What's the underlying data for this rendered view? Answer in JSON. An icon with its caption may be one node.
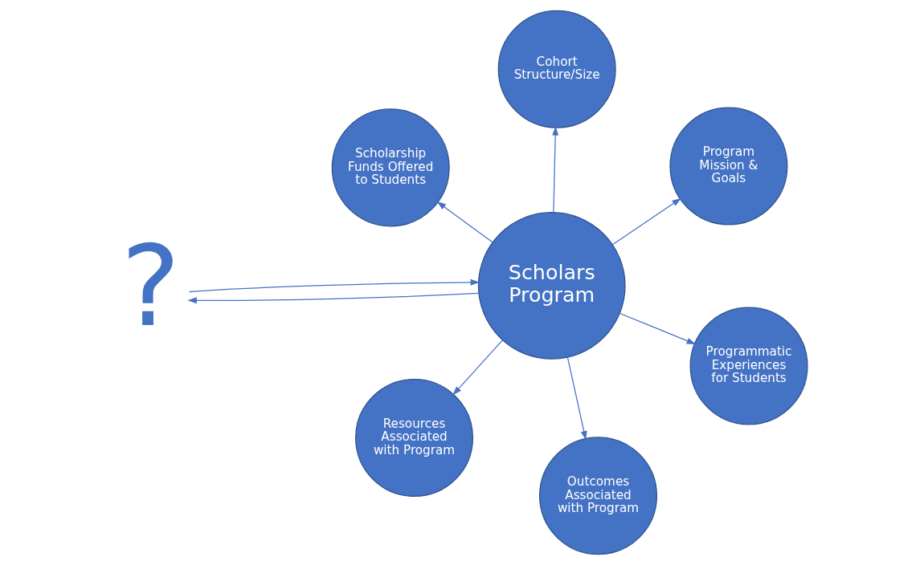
{
  "diagram": {
    "nodes": [
      {
        "text": [
          "?"
        ]
      },
      {
        "text": [
          "Scholars Program"
        ]
      },
      {
        "text": [
          "Outcomes Associated with Program"
        ]
      },
      {
        "text": [
          "Cohort Structure/Size"
        ]
      },
      {
        "text": [
          "Program Mission & Goals"
        ]
      },
      {
        "text": [
          "Scholarship Funds Offered to Students"
        ]
      },
      {
        "text": [
          "Resources Associated with Program"
        ]
      },
      {
        "text": [
          "Programmatic Experiences for Students"
        ]
      }
    ],
    "edges": [
      {
        "from": 0,
        "to": 1,
        "arrow": "to"
      },
      {
        "from": 1,
        "to": 0,
        "arrow": "to"
      },
      {
        "from": 1,
        "to": 2,
        "arrow": "to"
      },
      {
        "from": 1,
        "to": 3,
        "arrow": "to"
      },
      {
        "from": 1,
        "to": 4,
        "arrow": "to"
      },
      {
        "from": 1,
        "to": 5,
        "arrow": "to"
      },
      {
        "from": 1,
        "to": 6,
        "arrow": "to"
      },
      {
        "from": 1,
        "to": 7,
        "arrow": "to"
      }
    ]
  }
}
